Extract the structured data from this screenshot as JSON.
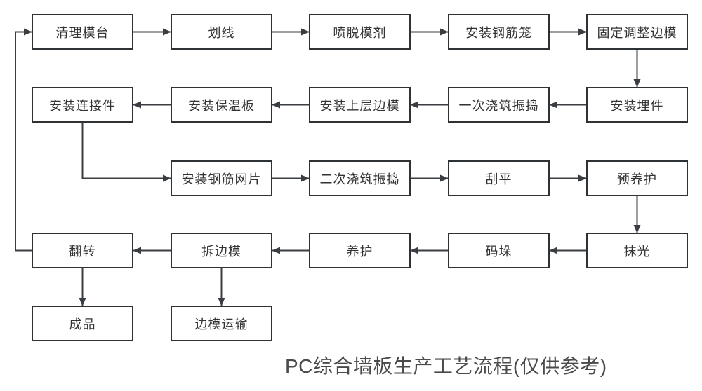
{
  "title": "PC综合墙板生产工艺流程(仅供参考)",
  "colors": {
    "background": "#ffffff",
    "line": "#3a3d42",
    "box_border": "#2f3235",
    "box_background": "#ffffff",
    "box_text": "#333333",
    "title_text": "#4a4a4a"
  },
  "flowchart": {
    "type": "flowchart",
    "nodes": [
      {
        "id": "clean-mold-table",
        "label": "清理模台",
        "col": 0,
        "row": 0
      },
      {
        "id": "marking",
        "label": "划线",
        "col": 1,
        "row": 0
      },
      {
        "id": "spray-release-agent",
        "label": "喷脱模剂",
        "col": 2,
        "row": 0
      },
      {
        "id": "install-rebar-cage",
        "label": "安装钢筋笼",
        "col": 3,
        "row": 0
      },
      {
        "id": "fix-adjust-side-mold",
        "label": "固定调整边模",
        "col": 4,
        "row": 0
      },
      {
        "id": "install-connectors",
        "label": "安装连接件",
        "col": 0,
        "row": 1
      },
      {
        "id": "install-insulation-board",
        "label": "安装保温板",
        "col": 1,
        "row": 1
      },
      {
        "id": "install-upper-side-mold",
        "label": "安装上层边模",
        "col": 2,
        "row": 1
      },
      {
        "id": "first-pour-vibrate",
        "label": "一次浇筑振捣",
        "col": 3,
        "row": 1
      },
      {
        "id": "install-embedded-parts",
        "label": "安装埋件",
        "col": 4,
        "row": 1
      },
      {
        "id": "install-rebar-mesh",
        "label": "安装钢筋网片",
        "col": 1,
        "row": 2
      },
      {
        "id": "second-pour-vibrate",
        "label": "二次浇筑振捣",
        "col": 2,
        "row": 2
      },
      {
        "id": "screed",
        "label": "刮平",
        "col": 3,
        "row": 2
      },
      {
        "id": "pre-curing",
        "label": "预养护",
        "col": 4,
        "row": 2
      },
      {
        "id": "flip",
        "label": "翻转",
        "col": 0,
        "row": 3
      },
      {
        "id": "remove-side-mold",
        "label": "拆边模",
        "col": 1,
        "row": 3
      },
      {
        "id": "curing",
        "label": "养护",
        "col": 2,
        "row": 3
      },
      {
        "id": "stacking",
        "label": "码垛",
        "col": 3,
        "row": 3
      },
      {
        "id": "troweling",
        "label": "抹光",
        "col": 4,
        "row": 3
      },
      {
        "id": "finished-product",
        "label": "成品",
        "col": 0,
        "row": 4
      },
      {
        "id": "side-mold-transport",
        "label": "边模运输",
        "col": 1,
        "row": 4
      }
    ],
    "edges": [
      {
        "from": "clean-mold-table",
        "to": "marking"
      },
      {
        "from": "marking",
        "to": "spray-release-agent"
      },
      {
        "from": "spray-release-agent",
        "to": "install-rebar-cage"
      },
      {
        "from": "install-rebar-cage",
        "to": "fix-adjust-side-mold"
      },
      {
        "from": "fix-adjust-side-mold",
        "to": "install-embedded-parts"
      },
      {
        "from": "install-embedded-parts",
        "to": "first-pour-vibrate"
      },
      {
        "from": "first-pour-vibrate",
        "to": "install-upper-side-mold"
      },
      {
        "from": "install-upper-side-mold",
        "to": "install-insulation-board"
      },
      {
        "from": "install-insulation-board",
        "to": "install-connectors"
      },
      {
        "from": "install-connectors",
        "to": "install-rebar-mesh",
        "type": "elbow"
      },
      {
        "from": "install-rebar-mesh",
        "to": "second-pour-vibrate"
      },
      {
        "from": "second-pour-vibrate",
        "to": "screed"
      },
      {
        "from": "screed",
        "to": "pre-curing"
      },
      {
        "from": "pre-curing",
        "to": "troweling"
      },
      {
        "from": "troweling",
        "to": "stacking"
      },
      {
        "from": "stacking",
        "to": "curing"
      },
      {
        "from": "curing",
        "to": "remove-side-mold"
      },
      {
        "from": "remove-side-mold",
        "to": "flip"
      },
      {
        "from": "flip",
        "to": "finished-product"
      },
      {
        "from": "remove-side-mold",
        "to": "side-mold-transport"
      },
      {
        "from": "flip",
        "to": "clean-mold-table",
        "type": "loop"
      }
    ]
  }
}
